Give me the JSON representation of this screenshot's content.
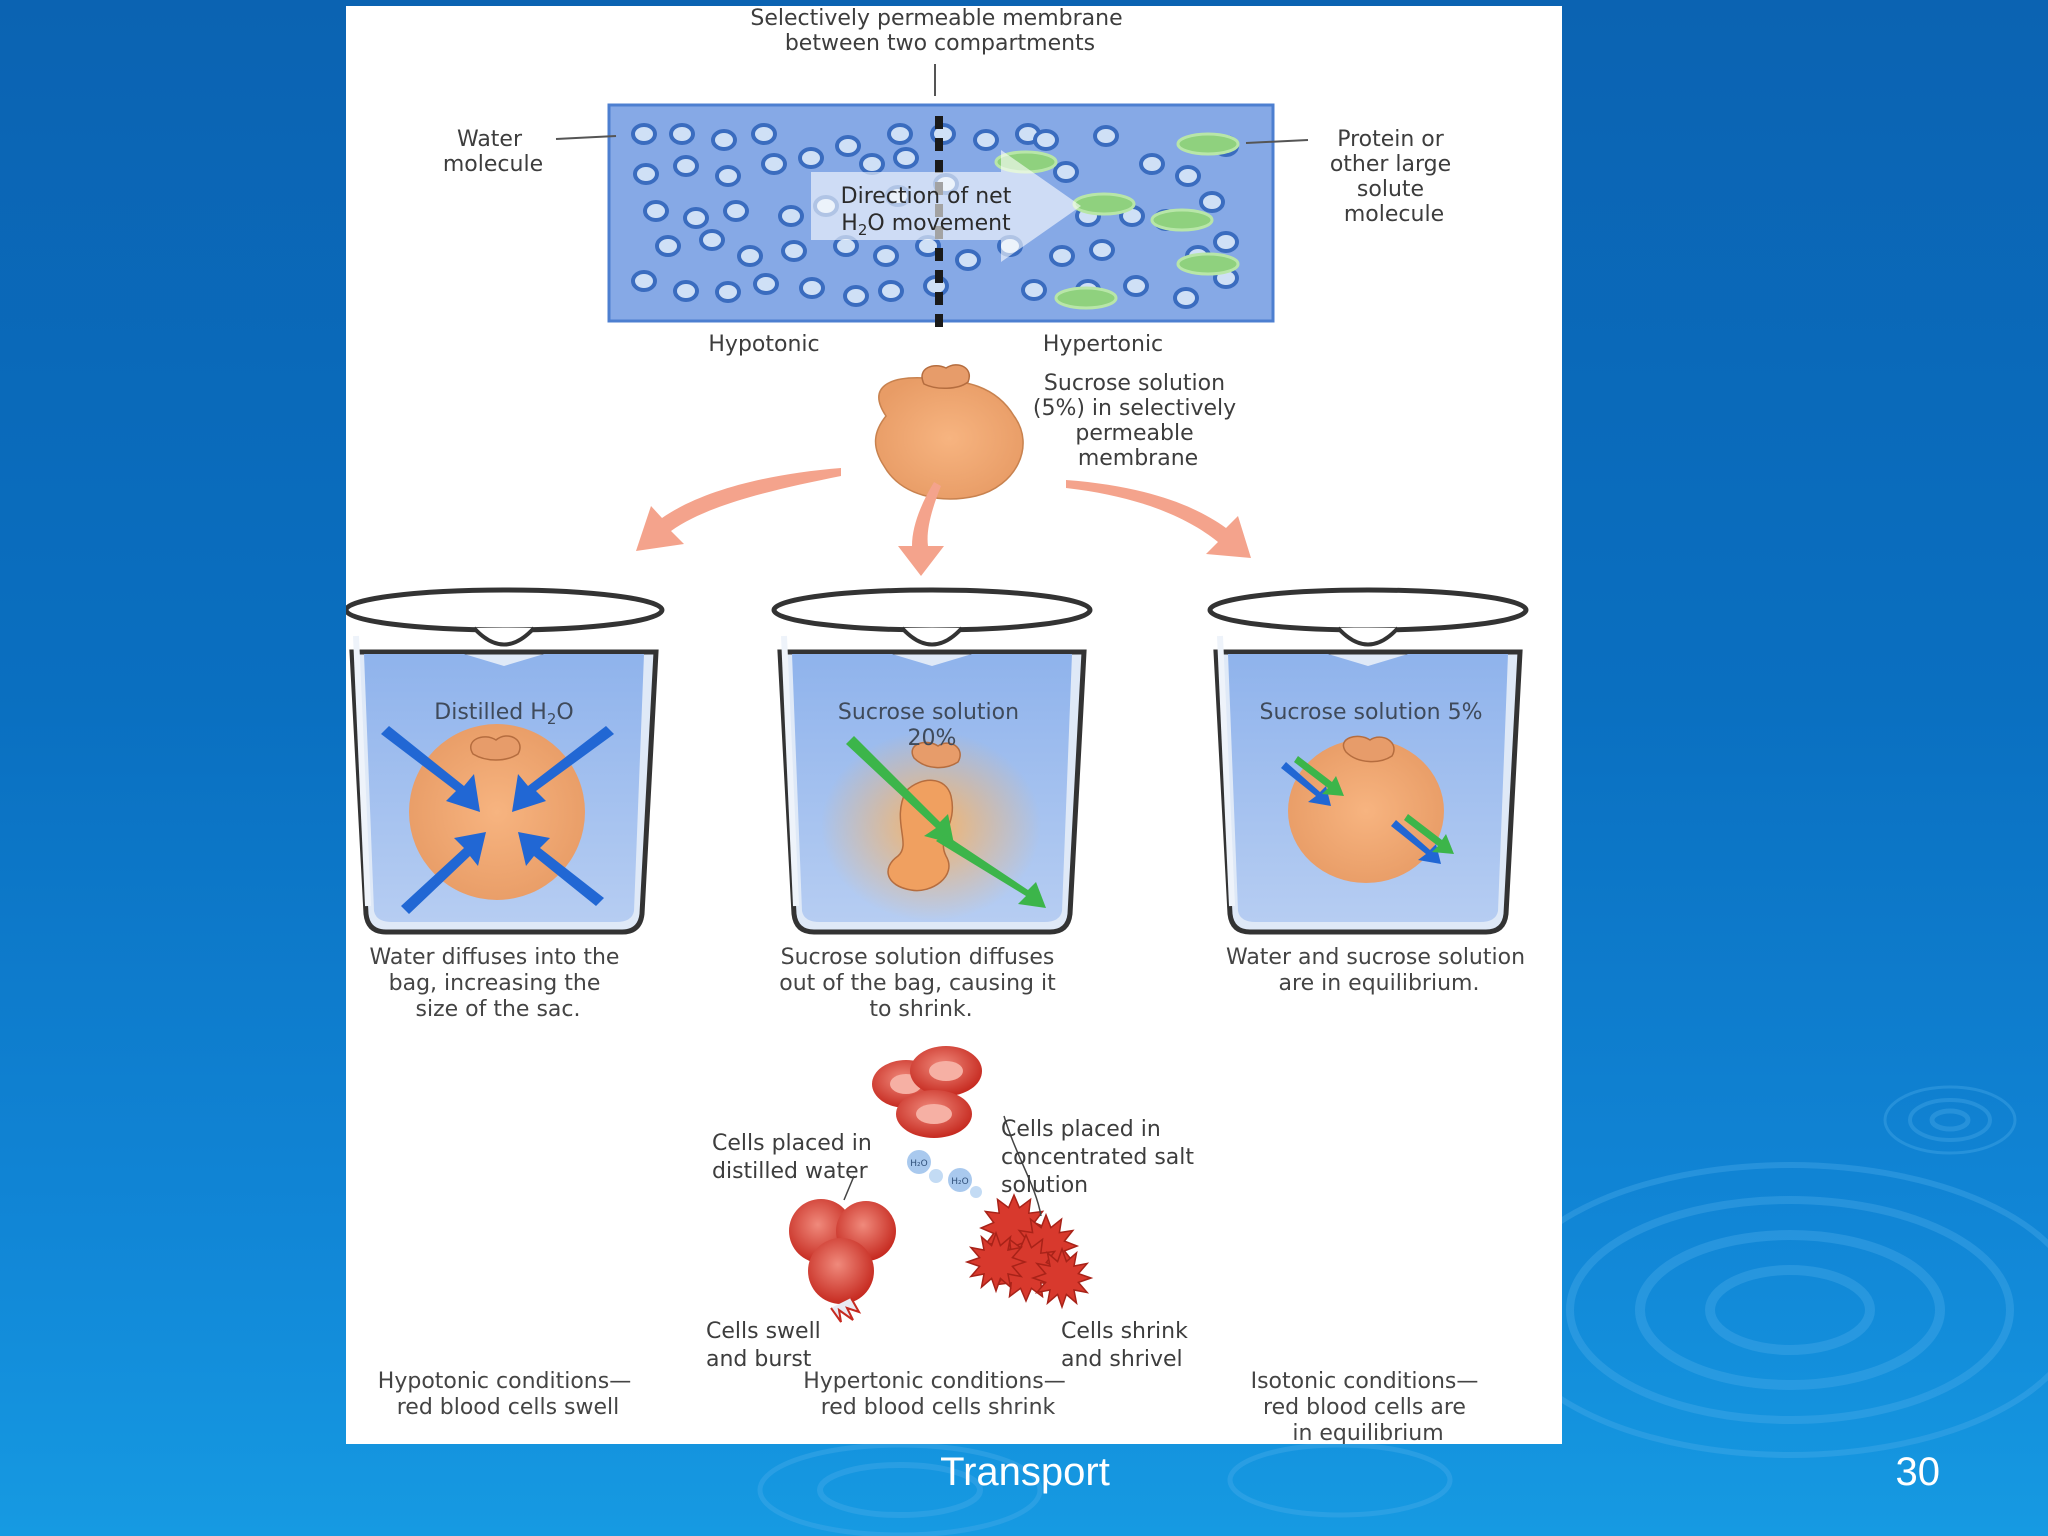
{
  "membrane": {
    "title_line1": "Selectively permeable membrane",
    "title_line2": "between two compartments",
    "water_label_line1": "Water",
    "water_label_line2": "molecule",
    "protein_label_line1": "Protein or",
    "protein_label_line2": "other large",
    "protein_label_line3": "solute",
    "protein_label_line4": "molecule",
    "direction_line1": "Direction of net",
    "direction_line2_pre": "H",
    "direction_line2_sub": "2",
    "direction_line2_post": "O movement",
    "left_label": "Hypotonic",
    "right_label": "Hypertonic"
  },
  "bag": {
    "label_line1": "Sucrose solution",
    "label_line2": "(5%) in selectively",
    "label_line3": "permeable",
    "label_line4": "membrane"
  },
  "beakers": [
    {
      "title_pre": "Distilled H",
      "title_sub": "2",
      "title_post": "O",
      "caption_line1": "Water diffuses into the",
      "caption_line2": "bag, increasing the",
      "caption_line3": "size of the sac."
    },
    {
      "title_line1": "Sucrose solution",
      "title_line2": "20%",
      "caption_line1": "Sucrose solution diffuses",
      "caption_line2": "out of the bag, causing it",
      "caption_line3": "to shrink."
    },
    {
      "title_line1": "Sucrose solution 5%",
      "caption_line1": "Water and sucrose solution",
      "caption_line2": "are in equilibrium."
    }
  ],
  "blood_cells": {
    "left_label_line1": "Cells placed in",
    "left_label_line2": "distilled water",
    "right_label_line1": "Cells placed in",
    "right_label_line2": "concentrated salt",
    "right_label_line3": "solution",
    "h2o_tag": "H₂O",
    "swell_line1": "Cells swell",
    "swell_line2": "and burst",
    "shrink_line1": "Cells shrink",
    "shrink_line2": "and shrivel"
  },
  "conditions": {
    "hypotonic_line1": "Hypotonic conditions—",
    "hypotonic_line2": "red blood cells swell",
    "hypertonic_line1": "Hypertonic conditions—",
    "hypertonic_line2": "red blood cells shrink",
    "isotonic_line1": "Isotonic conditions—",
    "isotonic_line2": "red blood cells are",
    "isotonic_line3": "in equilibrium"
  },
  "footer": {
    "title": "Transport",
    "slide_number": "30"
  },
  "colors": {
    "slide_blue": "#0b63b2",
    "membrane_blue": "#7aa6e3",
    "bag_orange": "#f2a871",
    "water_arrow_blue": "#1f6fd6",
    "sucrose_arrow_green": "#3cb54a",
    "red_cell": "#d9362b"
  }
}
